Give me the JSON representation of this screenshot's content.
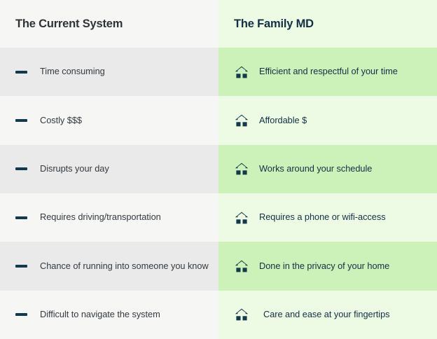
{
  "header": {
    "left_title": "The Current System",
    "right_title": "The Family MD"
  },
  "icons": {
    "left_marker": "dash-icon",
    "right_marker": "home-icon"
  },
  "colors": {
    "left_header_bg": "#f6f6f5",
    "right_header_bg": "#eefbe4",
    "left_row_dark": "#eaeaea",
    "left_row_light": "#f6f6f5",
    "right_row_dark": "#cdf2b9",
    "right_row_light": "#eefbe4",
    "left_heading_text": "#2e3338",
    "right_heading_text": "#132f45",
    "left_body_text": "#333a40",
    "right_body_text": "#132f45",
    "dash_color": "#12394d",
    "home_icon_color": "#12394d"
  },
  "rows": [
    {
      "left": "Time consuming",
      "right": "Efficient and respectful of your time",
      "shade": "dark"
    },
    {
      "left": "Costly $$$",
      "right": "Affordable $",
      "shade": "light"
    },
    {
      "left": "Disrupts your day",
      "right": "Works around your schedule",
      "shade": "dark"
    },
    {
      "left": "Requires driving/transportation",
      "right": "Requires a phone or wifi-access",
      "shade": "light"
    },
    {
      "left": "Chance of running into someone you know",
      "right": "Done in the privacy of your home",
      "shade": "dark"
    },
    {
      "left": "Difficult to navigate the system",
      "right": "Care and ease at your fingertips",
      "shade": "light"
    }
  ]
}
